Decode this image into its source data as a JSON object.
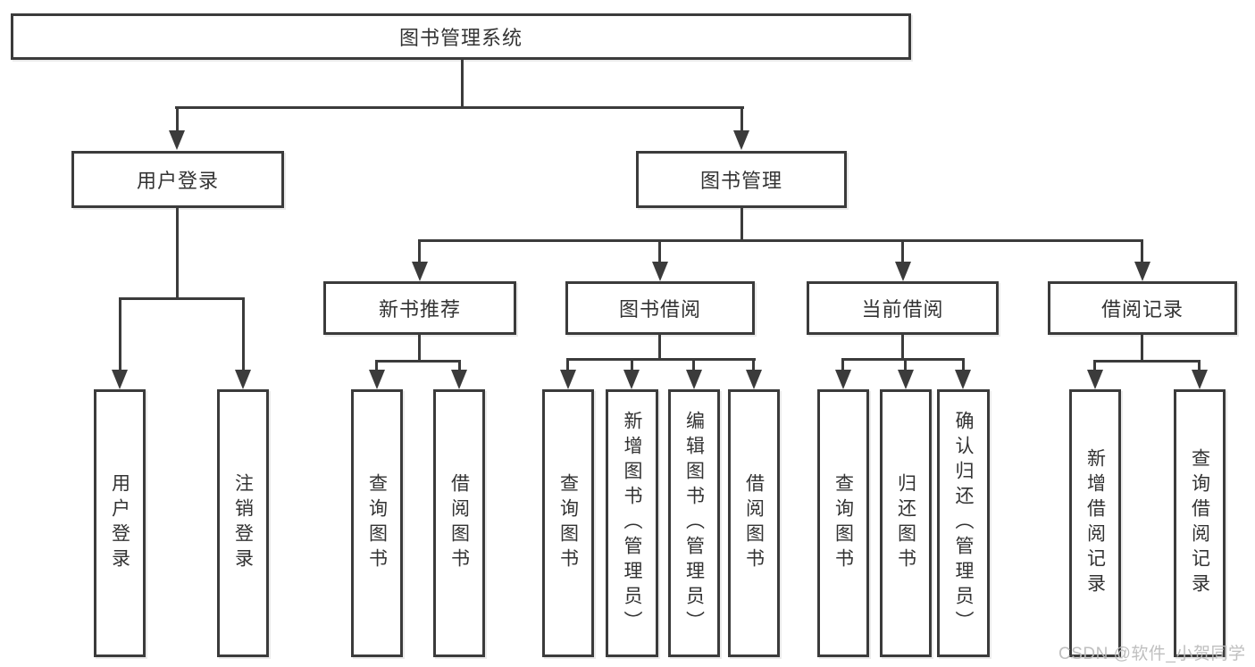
{
  "diagram": {
    "title": "图书管理系统",
    "watermark": "CSDN @软件_小贺同学",
    "colors": {
      "line": "#3b3b3b",
      "text": "#333333",
      "watermark": "#bcbcbc",
      "background": "#ffffff"
    },
    "level2": {
      "left": "用户登录",
      "right": "图书管理"
    },
    "level3": [
      "新书推荐",
      "图书借阅",
      "当前借阅",
      "借阅记录"
    ],
    "leaves": {
      "user_login": [
        "用户登录",
        "注销登录"
      ],
      "new_books": [
        "查询图书",
        "借阅图书"
      ],
      "book_borrow": [
        "查询图书",
        "新增图书（管理员）",
        "编辑图书（管理员）",
        "借阅图书"
      ],
      "current_borrow": [
        "查询图书",
        "归还图书",
        "确认归还（管理员）"
      ],
      "borrow_records": [
        "新增借阅记录",
        "查询借阅记录"
      ]
    }
  }
}
